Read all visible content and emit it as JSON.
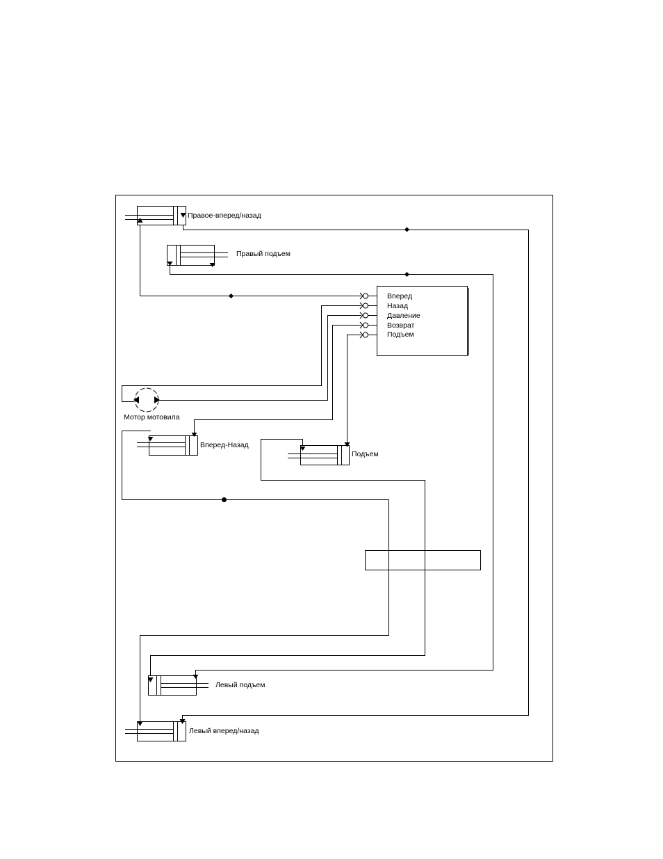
{
  "labels": {
    "right_fwd_back": "Правое-вперед/назад",
    "right_lift": "Правый подъем",
    "reel_motor": "Мотор мотовила",
    "fwd_back": "Вперед-Назад",
    "lift": "Подъем",
    "left_lift": "Левый подъем",
    "left_fwd_back": "Левый вперед/назад"
  },
  "valve_block": {
    "ports": [
      "Вперед",
      "Назад",
      "Давление",
      "Возврат",
      "Подъем"
    ]
  },
  "colors": {
    "line": "#000000",
    "background": "#ffffff"
  }
}
